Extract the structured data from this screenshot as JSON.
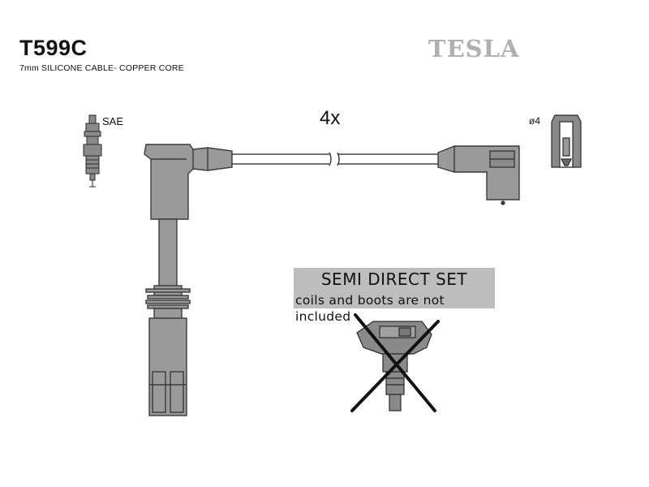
{
  "header": {
    "part_number": "T599C",
    "subtitle": "7mm SILICONE CABLE- COPPER CORE",
    "brand": "TESLA"
  },
  "labels": {
    "plug_standard": "SAE",
    "quantity": "4x",
    "diameter": "ø4"
  },
  "note": {
    "title": "SEMI DIRECT SET",
    "line1": "coils and boots are not",
    "line2": "included"
  },
  "colors": {
    "part_fill": "#9a9a9a",
    "part_stroke": "#3a3a3a",
    "note_background": "#bdbdbd",
    "logo": "#b0b0b0",
    "cross": "#111111"
  }
}
